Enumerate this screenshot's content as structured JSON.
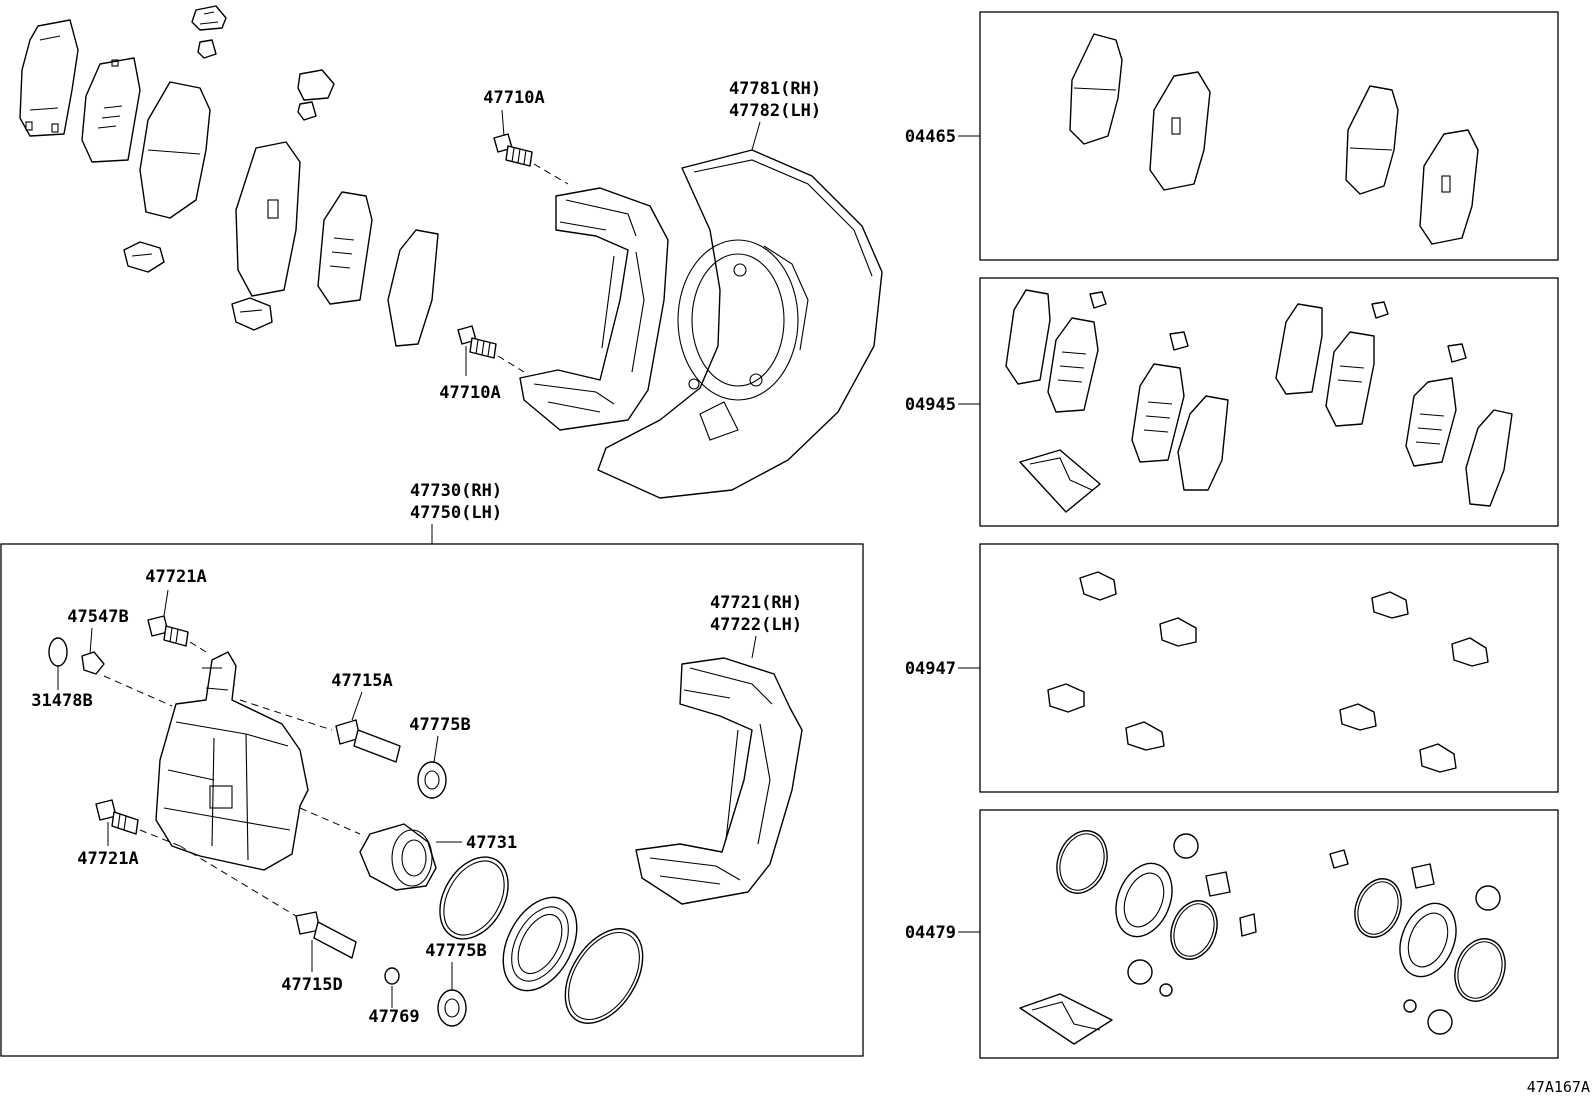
{
  "labels": {
    "bolt_top_a": "47710A",
    "bolt_top_b": "47710A",
    "dust_cover_rh": "47781(RH)",
    "dust_cover_lh": "47782(LH)",
    "caliper_assy_rh": "47730(RH)",
    "caliper_assy_lh": "47750(LH)",
    "bolt_caliper_top": "47721A",
    "bushing": "47547B",
    "cap": "31478B",
    "pin_upper": "47715A",
    "boot_upper": "47775B",
    "piston": "47731",
    "bolt_caliper_bottom": "47721A",
    "pin_lower": "47715D",
    "boot_lower": "47775B",
    "bleeder": "47769",
    "mounting_rh": "47721(RH)",
    "mounting_lh": "47722(LH)"
  },
  "kits": [
    {
      "code": "04465"
    },
    {
      "code": "04945"
    },
    {
      "code": "04947"
    },
    {
      "code": "04479"
    }
  ],
  "diagram_code": "47A167A"
}
